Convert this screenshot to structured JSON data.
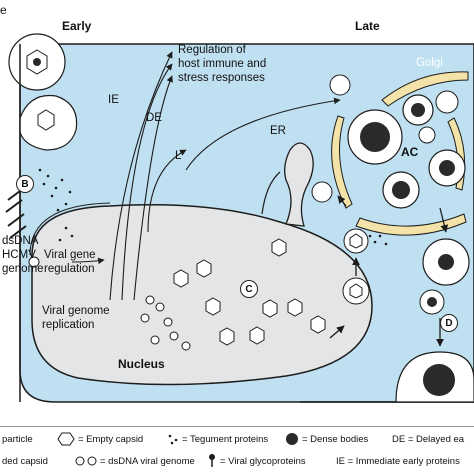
{
  "panel": {
    "letter": "e",
    "left_header": "Early",
    "right_header": "Late"
  },
  "labels": {
    "regulation": "Regulation of",
    "regulation_2": "host immune and",
    "regulation_3": "stress responses",
    "ie": "IE",
    "de": "DE",
    "l": "L",
    "er": "ER",
    "golgi": "Golgi",
    "ac": "AC",
    "dsdna_1": "dsDNA",
    "dsdna_2": "HCMV",
    "dsdna_3": "genome",
    "viral_gene_1": "Viral gene",
    "viral_gene_2": "regulation",
    "viral_genome_1": "Viral genome",
    "viral_genome_2": "replication",
    "nucleus": "Nucleus",
    "step_b": "B",
    "step_c": "C",
    "step_d": "D"
  },
  "legend": {
    "row1": [
      {
        "text": "particle"
      },
      {
        "text": "= Empty capsid"
      },
      {
        "text": "= Tegument proteins"
      },
      {
        "text": "= Dense bodies"
      },
      {
        "text": "DE = Delayed ea"
      }
    ],
    "row2": [
      {
        "text": "ded capsid"
      },
      {
        "text": "= dsDNA viral genome"
      },
      {
        "text": "= Viral glycoproteins"
      },
      {
        "text": "IE = Immediate early proteins"
      }
    ]
  },
  "colors": {
    "cytoplasm": "#bfe0f0",
    "nucleus": "#e3e5e7",
    "golgi": "#f3e3a8",
    "outline": "#1c1c1c"
  }
}
